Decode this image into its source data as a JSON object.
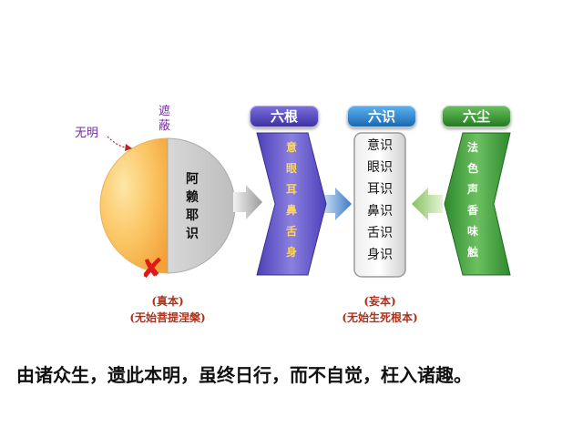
{
  "circle": {
    "wuming": "无明",
    "zhebi": [
      "遮",
      "蔽"
    ],
    "alaya": [
      "阿",
      "赖",
      "耶",
      "识"
    ],
    "cross": "✘",
    "zhen_ben": "(真本)",
    "zhen_ben_desc": "(无始菩提涅槃)",
    "colors": {
      "left": "#f8b848",
      "right": "#c0c0c0"
    }
  },
  "liugen": {
    "title": "六根",
    "items": [
      "意",
      "眼",
      "耳",
      "鼻",
      "舌",
      "身"
    ],
    "color": "#5a4cc0"
  },
  "liushi": {
    "title": "六识",
    "items": [
      "意识",
      "眼识",
      "耳识",
      "鼻识",
      "舌识",
      "身识"
    ],
    "wang_ben": "(妄本)",
    "wang_ben_desc": "(无始生死根本)",
    "color": "#2f82c8"
  },
  "liuchen": {
    "title": "六尘",
    "items": [
      "法",
      "色",
      "声",
      "香",
      "味",
      "触"
    ],
    "color": "#3a9a3a"
  },
  "caption": "由诸众生，遗此本明，虽终日行，而不自觉，枉入诸趣。"
}
